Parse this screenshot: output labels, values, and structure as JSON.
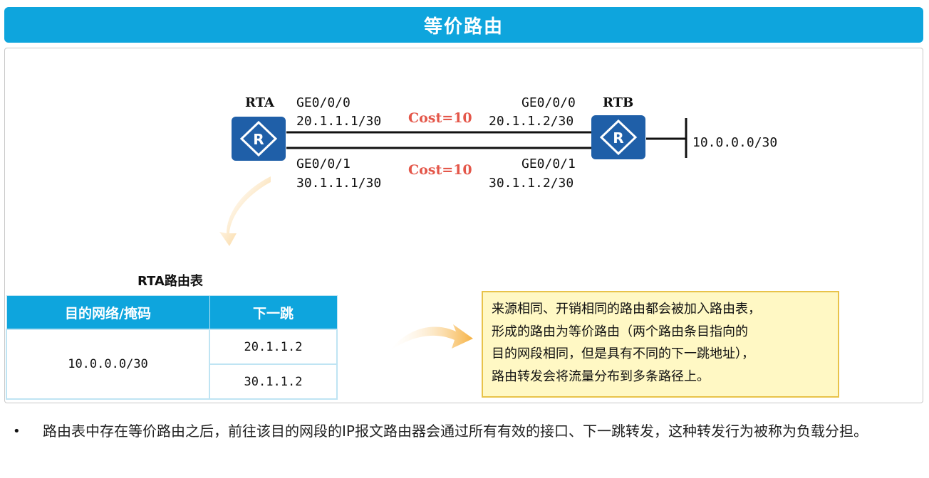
{
  "title": "等价路由",
  "diagram": {
    "rta": {
      "label": "RTA",
      "iface_top": "GE0/0/0",
      "ip_top": "20.1.1.1/30",
      "iface_bottom": "GE0/0/1",
      "ip_bottom": "30.1.1.1/30"
    },
    "rtb": {
      "label": "RTB",
      "iface_top": "GE0/0/0",
      "ip_top": "20.1.1.2/30",
      "iface_bottom": "GE0/0/1",
      "ip_bottom": "30.1.1.2/30"
    },
    "cost_top": "Cost=10",
    "cost_bottom": "Cost=10",
    "network": "10.0.0.0/30",
    "router_icon_letter": "R"
  },
  "route_table": {
    "caption": "RTA路由表",
    "headers": [
      "目的网络/掩码",
      "下一跳"
    ],
    "destination": "10.0.0.0/30",
    "next_hops": [
      "20.1.1.2",
      "30.1.1.2"
    ]
  },
  "callout": {
    "lines": [
      "来源相同、开销相同的路由都会被加入路由表，",
      "形成的路由为等价路由（两个路由条目指向的",
      "目的网段相同，但是具有不同的下一跳地址），",
      "路由转发会将流量分布到多条路径上。"
    ]
  },
  "bullet": {
    "symbol": "•",
    "text": "路由表中存在等价路由之后，前往该目的网段的IP报文路由器会通过所有有效的接口、下一跳转发，这种转发行为被称为负载分担。"
  },
  "colors": {
    "accent": "#0ea5dd",
    "router": "#1f5fa8",
    "cost": "#e4574a",
    "callout_bg": "#fff8c4",
    "callout_border": "#e8c34a",
    "arrow": "#f6b243"
  }
}
